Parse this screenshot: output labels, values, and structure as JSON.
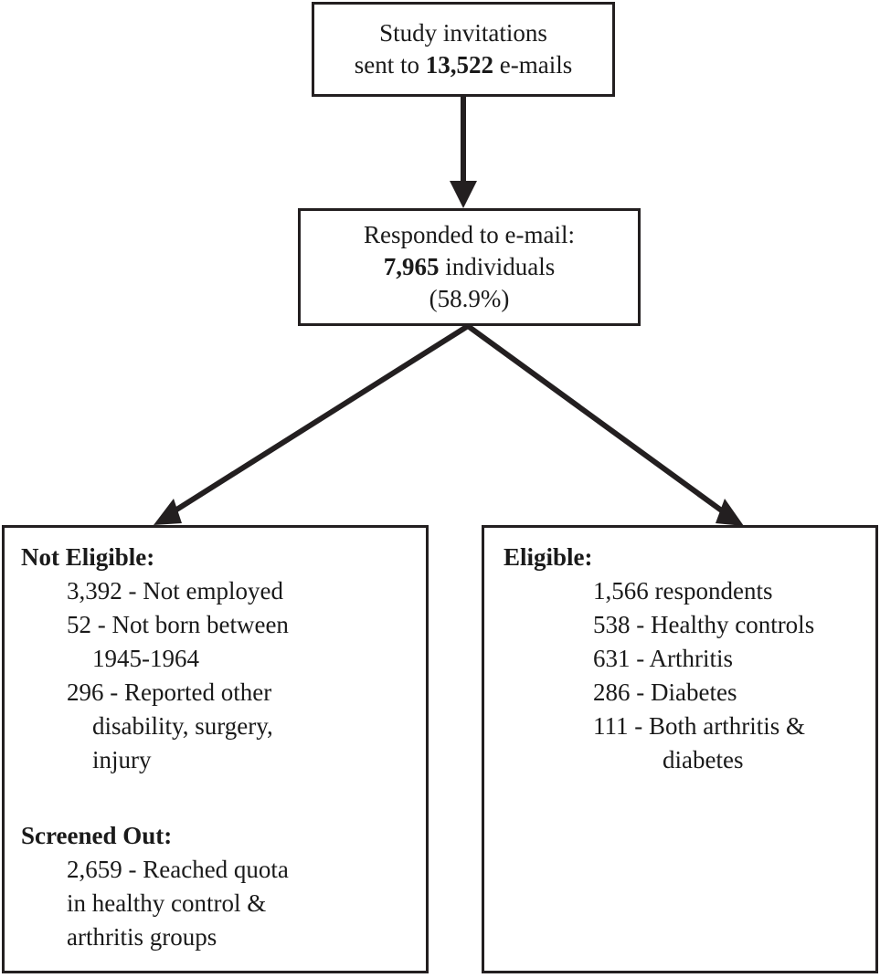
{
  "figure": {
    "type": "flowchart",
    "title": "Study recruitment flow",
    "colors": {
      "stroke": "#231f20",
      "background": "#ffffff",
      "text": "#1a1a1a"
    }
  },
  "nodes": {
    "invitations": {
      "name": "study-invitations",
      "line1": "Study invitations",
      "line2_prefix": "sent to ",
      "line2_value": "13,522",
      "line2_suffix": " e-mails"
    },
    "responded": {
      "name": "responded-to-email",
      "line1": "Responded to e-mail:",
      "line2_value": "7,965",
      "line2_suffix": " individuals",
      "line3": "(58.9%)"
    },
    "not_eligible": {
      "name": "not-eligible",
      "groups": [
        {
          "heading": "Not Eligible:",
          "items": [
            {
              "text": "3,392 - Not employed",
              "continuation": false
            },
            {
              "text": "52 - Not born between",
              "continuation": false
            },
            {
              "text": "1945-1964",
              "continuation": true
            },
            {
              "text": "296 - Reported other",
              "continuation": false
            },
            {
              "text": "disability, surgery,",
              "continuation": true
            },
            {
              "text": "injury",
              "continuation": true
            }
          ]
        },
        {
          "heading": "Screened Out:",
          "items": [
            {
              "text": "2,659 - Reached quota",
              "continuation": false
            },
            {
              "text": "in healthy control &",
              "continuation": false
            },
            {
              "text": "arthritis groups",
              "continuation": false
            }
          ]
        }
      ]
    },
    "eligible": {
      "name": "eligible",
      "groups": [
        {
          "heading": "Eligible:",
          "items": [
            {
              "text": "1,566 respondents",
              "continuation": false
            },
            {
              "text": "538 - Healthy controls",
              "continuation": false
            },
            {
              "text": "631 - Arthritis",
              "continuation": false
            },
            {
              "text": "286 - Diabetes",
              "continuation": false
            },
            {
              "text": "111 - Both arthritis &",
              "continuation": false
            },
            {
              "text": "diabetes",
              "continuation": true
            }
          ]
        }
      ]
    }
  },
  "edges": [
    {
      "name": "edge-invitations-to-responded",
      "from": "invitations",
      "to": "responded",
      "direction": "down"
    },
    {
      "name": "edge-responded-to-not-eligible",
      "from": "responded",
      "to": "not_eligible",
      "direction": "down-left"
    },
    {
      "name": "edge-responded-to-eligible",
      "from": "responded",
      "to": "eligible",
      "direction": "down-right"
    }
  ]
}
